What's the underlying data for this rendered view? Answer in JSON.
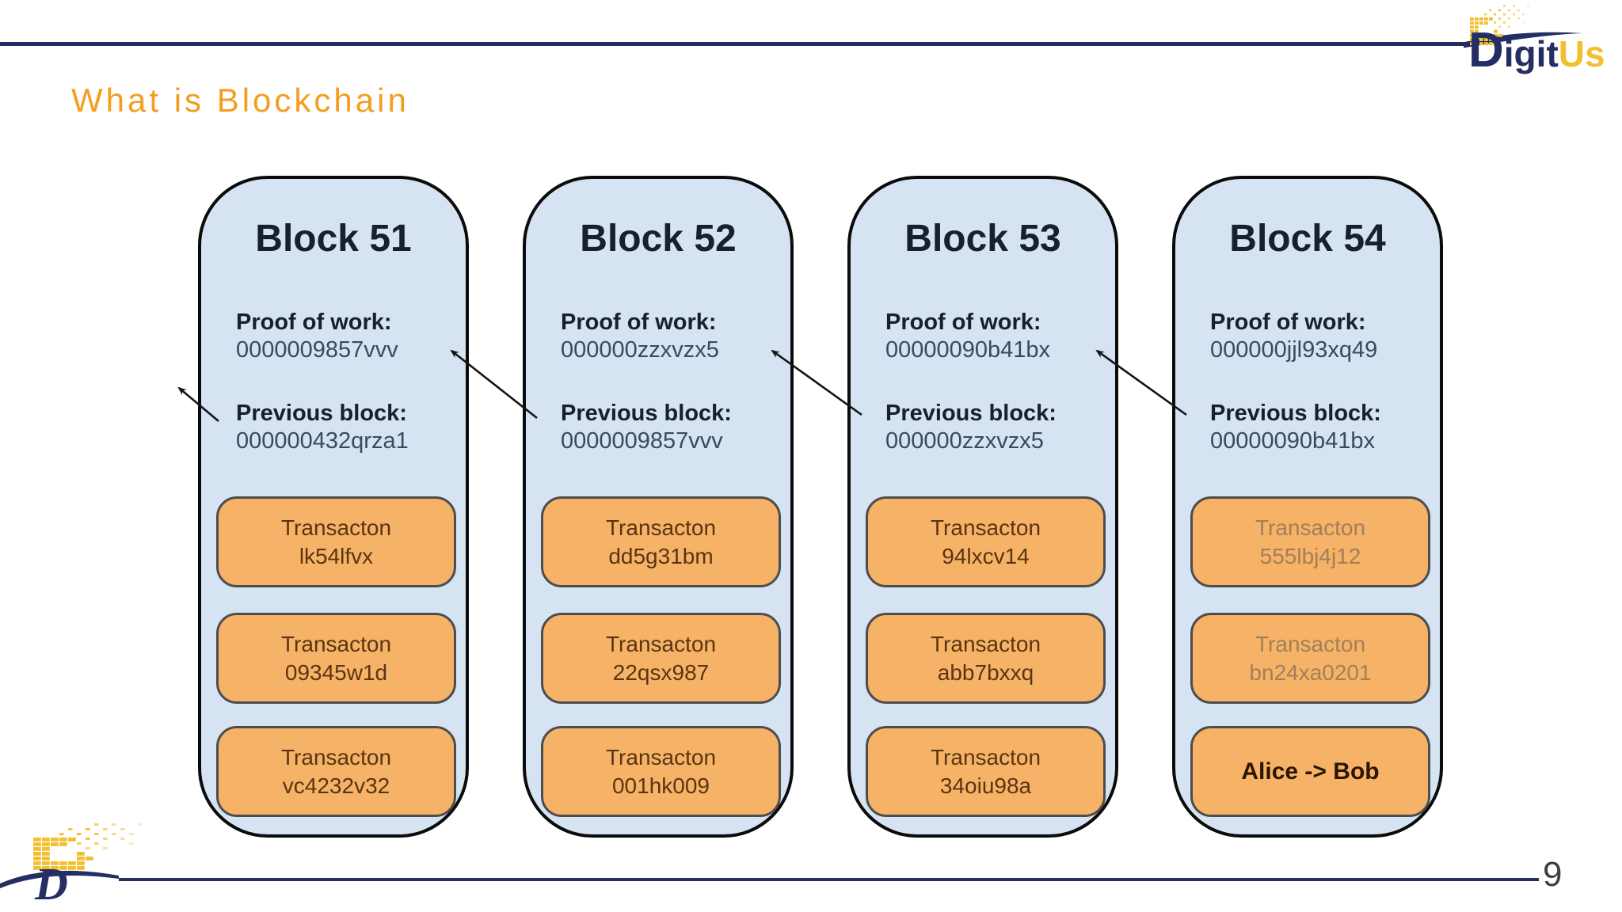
{
  "slide": {
    "title": "What is Blockchain",
    "page_number": "9"
  },
  "brand": {
    "logo_digit": "Digit",
    "logo_us": "Us",
    "logo_mark": "D",
    "navy": "#242e62",
    "gold": "#f2bf2f",
    "title_orange": "#f59d1f"
  },
  "colors": {
    "block_fill": "#d5e3f2",
    "block_border": "#0b0b0b",
    "transaction_fill": "#f6b267",
    "transaction_border": "#4d4d4d",
    "transaction_text": "#5a3512"
  },
  "blocks": [
    {
      "title": "Block 51",
      "pow_label": "Proof of work:",
      "pow_value": "0000009857vvv",
      "prev_label": "Previous block:",
      "prev_value": "000000432qrza1",
      "transactions": [
        {
          "label": "Transacton",
          "id": "lk54lfvx"
        },
        {
          "label": "Transacton",
          "id": "09345w1d"
        },
        {
          "label": "Transacton",
          "id": "vc4232v32"
        }
      ]
    },
    {
      "title": "Block 52",
      "pow_label": "Proof of work:",
      "pow_value": "000000zzxvzx5",
      "prev_label": "Previous block:",
      "prev_value": "0000009857vvv",
      "transactions": [
        {
          "label": "Transacton",
          "id": "dd5g31bm"
        },
        {
          "label": "Transacton",
          "id": "22qsx987"
        },
        {
          "label": "Transacton",
          "id": "001hk009"
        }
      ]
    },
    {
      "title": "Block 53",
      "pow_label": "Proof of work:",
      "pow_value": "00000090b41bx",
      "prev_label": "Previous block:",
      "prev_value": "000000zzxvzx5",
      "transactions": [
        {
          "label": "Transacton",
          "id": "94lxcv14"
        },
        {
          "label": "Transacton",
          "id": "abb7bxxq"
        },
        {
          "label": "Transacton",
          "id": "34oiu98a"
        }
      ]
    },
    {
      "title": "Block 54",
      "pow_label": "Proof of work:",
      "pow_value": "000000jjl93xq49",
      "prev_label": "Previous block:",
      "prev_value": "00000090b41bx",
      "transactions": [
        {
          "label": "Transacton",
          "id": "555lbj4j12"
        },
        {
          "label": "Transacton",
          "id": "bn24xa0201"
        },
        {
          "label": "",
          "id": "Alice -> Bob"
        }
      ]
    }
  ]
}
